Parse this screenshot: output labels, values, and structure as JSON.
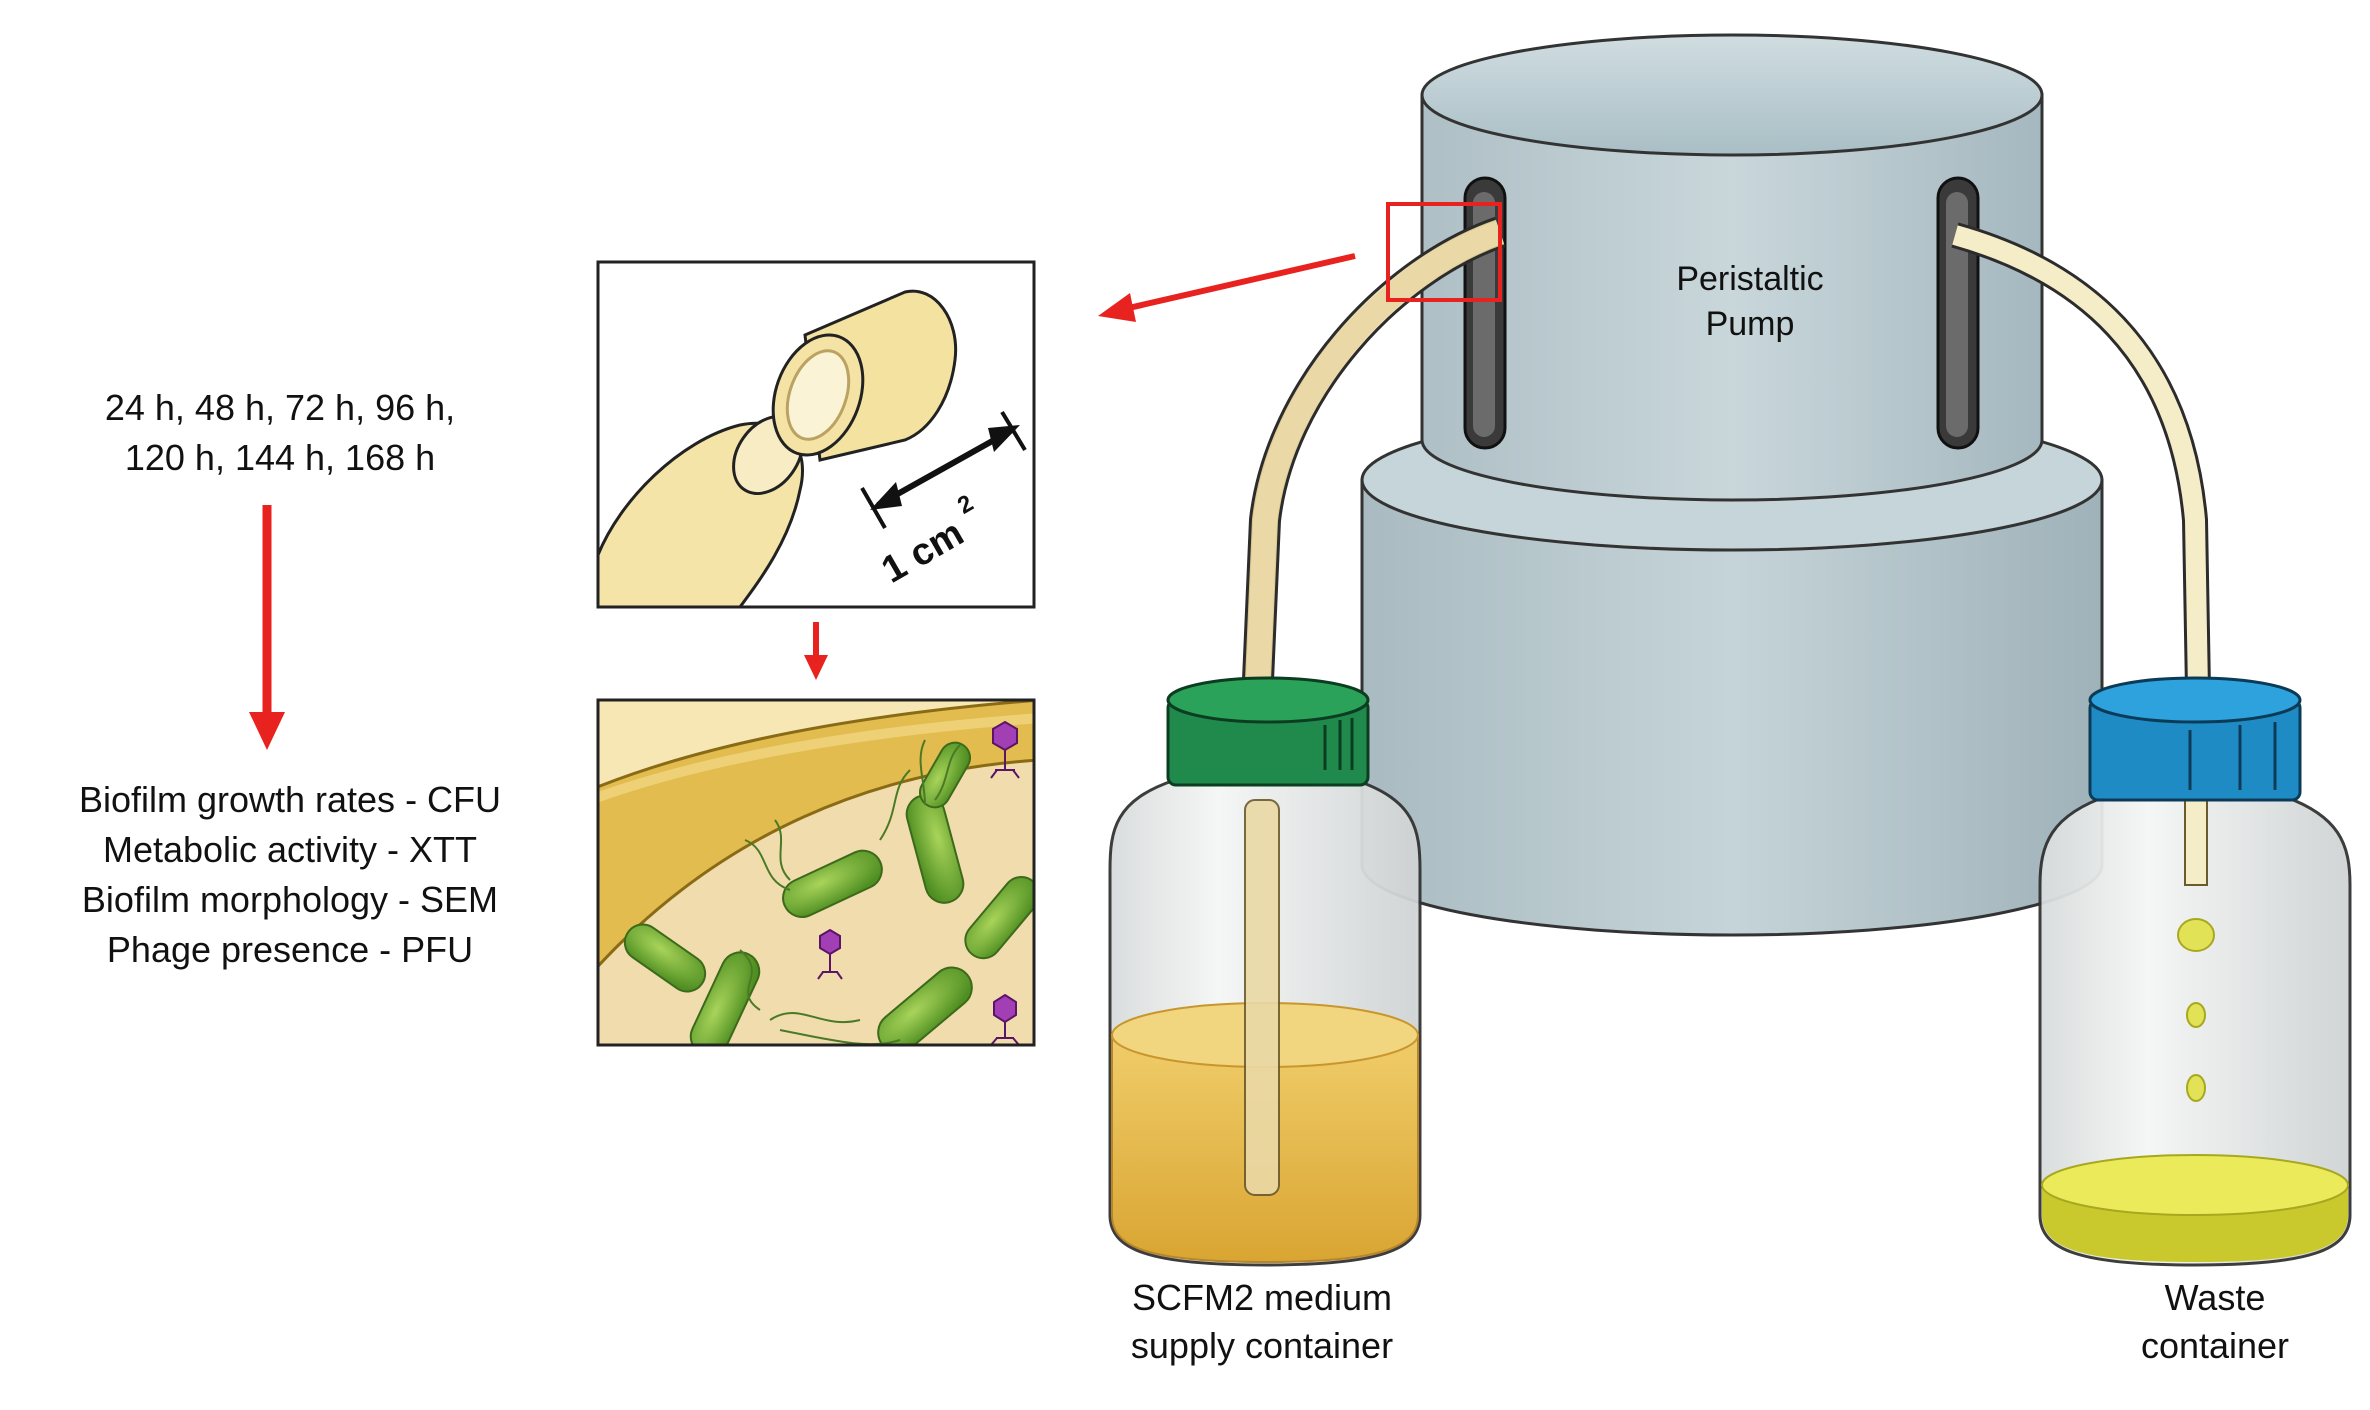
{
  "timepoints": {
    "line1": "24 h, 48 h, 72 h, 96 h,",
    "line2": "120 h, 144 h, 168 h"
  },
  "measurements": [
    "Biofilm growth rates  - CFU",
    "Metabolic activity - XTT",
    "Biofilm morphology - SEM",
    "Phage presence - PFU"
  ],
  "tube_section": {
    "size_value": "1 cm",
    "size_exponent": "2"
  },
  "pump": {
    "line1": "Peristaltic",
    "line2": "Pump"
  },
  "supply_container": {
    "line1": "SCFM2 medium",
    "line2": "supply container"
  },
  "waste_container": {
    "line1": "Waste",
    "line2": "container"
  },
  "colors": {
    "arrow": "#e8231f",
    "pump_body": "#b9cdd3",
    "tube": "#ead9a6",
    "supply_cap": "#1f8a4c",
    "waste_cap": "#1f8bc4",
    "medium": "#e9bd4a",
    "waste_liquid": "#e0e04a",
    "bacteria": "#6aa82e",
    "phage": "#a23fb4"
  }
}
